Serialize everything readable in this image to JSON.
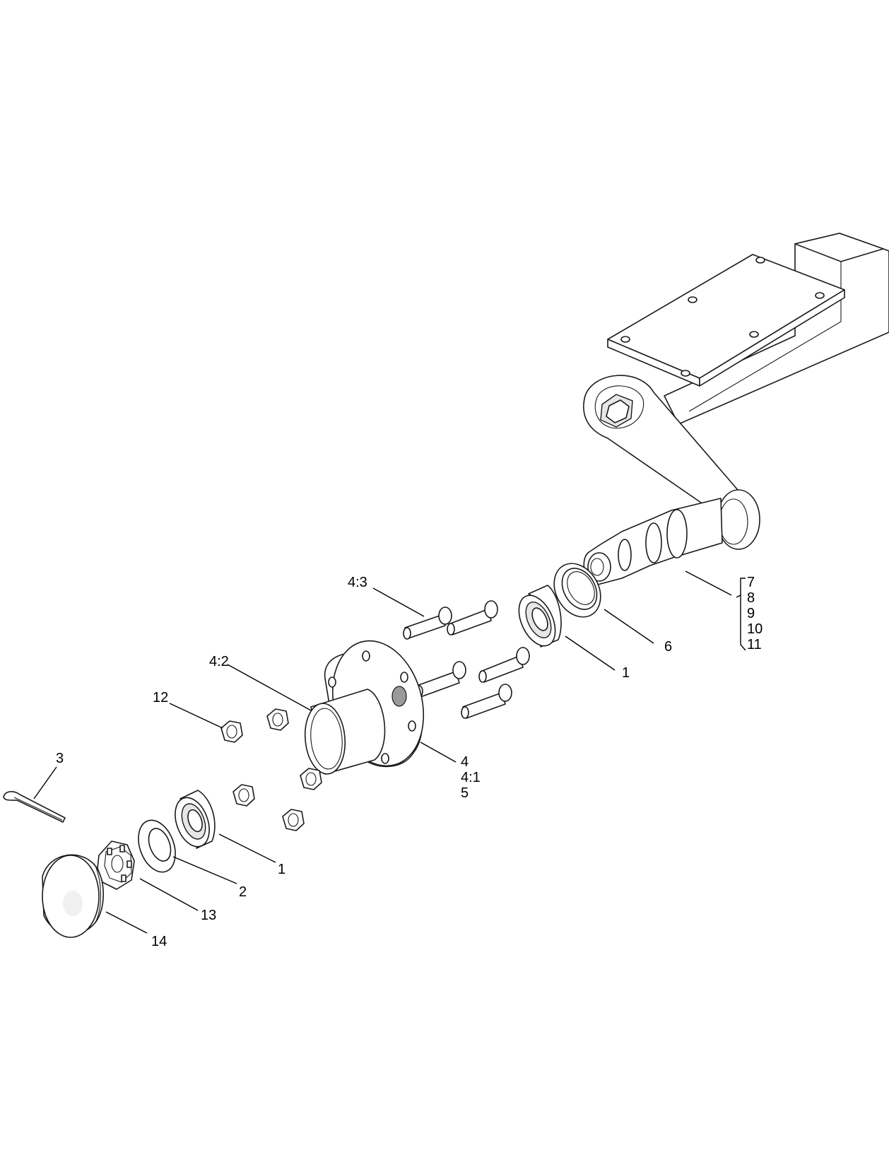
{
  "callouts": {
    "c_4_3": "4:3",
    "c_7": "7",
    "c_8": "8",
    "c_9": "9",
    "c_10": "10",
    "c_11": "11",
    "c_6": "6",
    "c_1_upper": "1",
    "c_4_2": "4:2",
    "c_12": "12",
    "c_4": "4",
    "c_4_1": "4:1",
    "c_5": "5",
    "c_3": "3",
    "c_1_lower": "1",
    "c_2": "2",
    "c_13": "13",
    "c_14": "14"
  },
  "parts": {
    "axle_beam": "axle-beam",
    "torsion_arm": "torsion-arm",
    "spindle": "spindle",
    "grease_seal": "grease-seal",
    "inner_bearing": "inner-bearing",
    "wheel_studs": "wheel-studs",
    "hub": "hub",
    "lug_nuts": "lug-nuts",
    "outer_bearing": "outer-bearing",
    "washer": "washer",
    "castle_nut": "castle-nut",
    "cotter_pin": "cotter-pin",
    "dust_cap": "dust-cap"
  }
}
